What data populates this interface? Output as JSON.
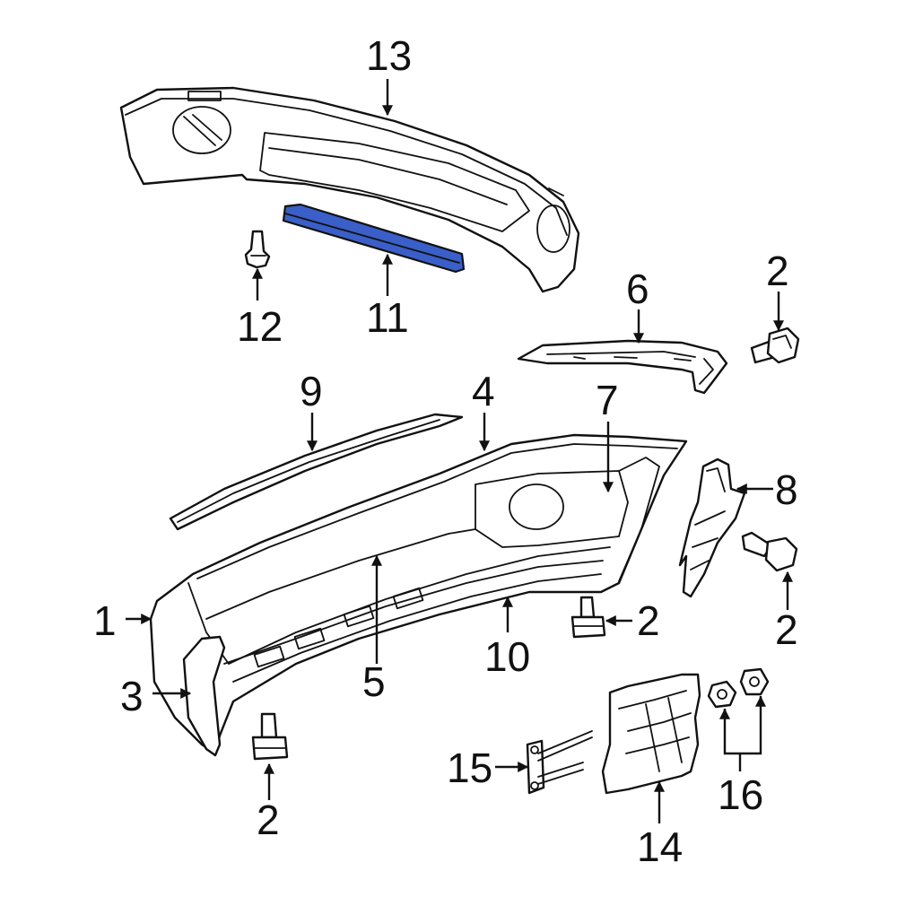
{
  "colors": {
    "line": "#111111",
    "background": "#ffffff",
    "highlight": "#3a5fc8"
  },
  "highlighted_part": "11",
  "callouts": {
    "c1": "1",
    "c2a": "2",
    "c2b": "2",
    "c2c": "2",
    "c2d": "2",
    "c3": "3",
    "c4": "4",
    "c5": "5",
    "c6": "6",
    "c7": "7",
    "c8": "8",
    "c9": "9",
    "c10": "10",
    "c11": "11",
    "c12": "12",
    "c13": "13",
    "c14": "14",
    "c15": "15",
    "c16": "16"
  }
}
